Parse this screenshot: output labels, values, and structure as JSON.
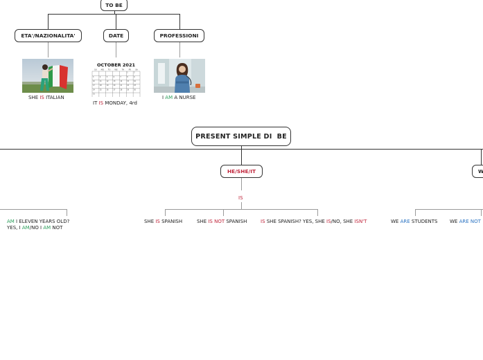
{
  "root_topic": "TO BE",
  "subtopics": [
    {
      "label": "ETA'/NAZIONALITA'",
      "caption": [
        {
          "t": "SHE "
        },
        {
          "t": "IS",
          "c": "red"
        },
        {
          "t": " ITALIAN"
        }
      ]
    },
    {
      "label": "DATE",
      "caption": [
        {
          "t": "IT "
        },
        {
          "t": "IS",
          "c": "red"
        },
        {
          "t": " MONDAY, 4rd"
        }
      ]
    },
    {
      "label": "PROFESSIONI",
      "caption": [
        {
          "t": "I "
        },
        {
          "t": "AM",
          "c": "green"
        },
        {
          "t": " A NURSE"
        }
      ]
    }
  ],
  "calendar": {
    "title": "OCTOBER 2021",
    "weekdays": [
      "SU",
      "MO",
      "TU",
      "WE",
      "TH",
      "FR",
      "SA"
    ]
  },
  "central_topic": "PRESENT SIMPLE DI  BE",
  "branch_hsi": {
    "label": "HE/SHE/IT",
    "verb": "IS"
  },
  "branch_w_label": "W",
  "left_example": {
    "line1": [
      {
        "t": "AM",
        "c": "green"
      },
      {
        "t": " I ELEVEN YEARS OLD?"
      }
    ],
    "line2": [
      {
        "t": "YES, I "
      },
      {
        "t": "AM",
        "c": "green"
      },
      {
        "t": "/NO I "
      },
      {
        "t": "AM",
        "c": "green"
      },
      {
        "t": " NOT"
      }
    ]
  },
  "is_examples": [
    [
      {
        "t": "SHE "
      },
      {
        "t": "IS",
        "c": "red"
      },
      {
        "t": " SPANISH"
      }
    ],
    [
      {
        "t": "SHE "
      },
      {
        "t": "IS NOT",
        "c": "red"
      },
      {
        "t": " SPANISH"
      }
    ],
    [
      {
        "t": "IS",
        "c": "red"
      },
      {
        "t": " SHE SPANISH? YES, SHE "
      },
      {
        "t": "IS",
        "c": "red"
      },
      {
        "t": "/NO, SHE "
      },
      {
        "t": "ISN'T",
        "c": "red"
      }
    ]
  ],
  "we_examples": [
    [
      {
        "t": "WE "
      },
      {
        "t": "ARE",
        "c": "blue"
      },
      {
        "t": " STUDENTS"
      }
    ],
    [
      {
        "t": "WE "
      },
      {
        "t": "ARE NOT",
        "c": "blue"
      }
    ]
  ],
  "colors": {
    "is": "#c0243a",
    "am": "#2a9d5a",
    "are": "#2b73c2",
    "line": "#333333"
  }
}
